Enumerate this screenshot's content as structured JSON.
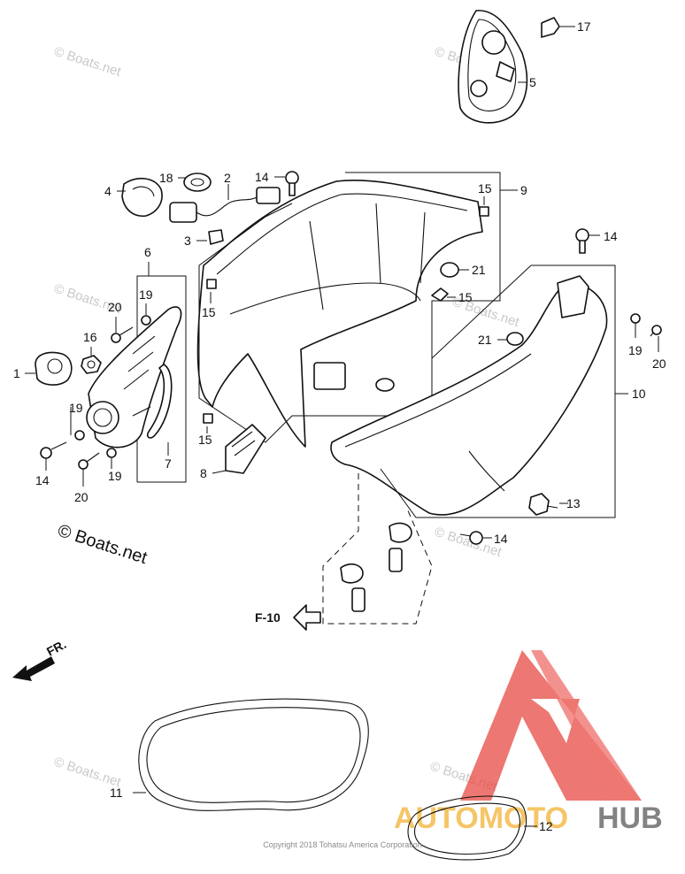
{
  "diagram": {
    "callouts": [
      "1",
      "2",
      "3",
      "4",
      "5",
      "6",
      "7",
      "8",
      "9",
      "10",
      "11",
      "12",
      "13",
      "14",
      "15",
      "16",
      "17",
      "18",
      "19",
      "20",
      "21"
    ],
    "reference_label": "F-10",
    "front_label": "FR.",
    "watermark": "© Boats.net",
    "copyright": "Copyright 2018 Tohatsu America Corporation",
    "brand": {
      "part1": "AUTOMOTO",
      "part2": "HUB",
      "color1": "#f2b233",
      "color2": "#5a5a5a",
      "logo_color": "#e84a43"
    },
    "icons": [
      "logo-triangle-icon",
      "front-arrow-icon",
      "reference-arrow-icon"
    ]
  }
}
